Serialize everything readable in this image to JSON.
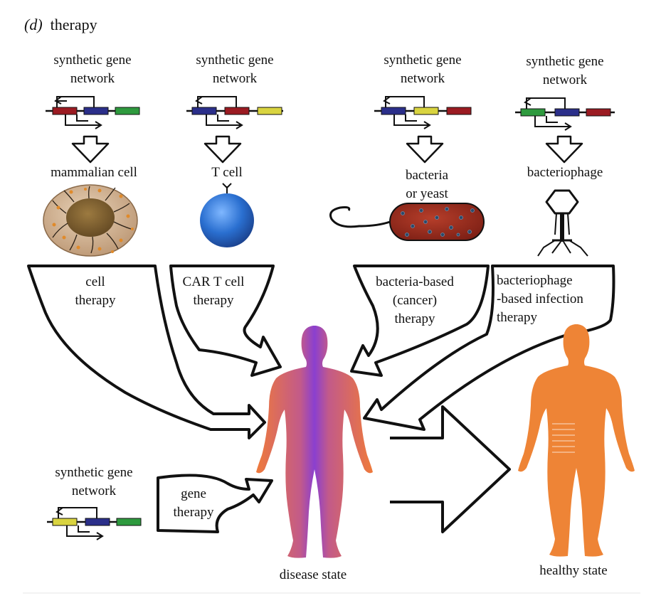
{
  "panel": {
    "letter": "(d)",
    "title": "therapy"
  },
  "networks": [
    {
      "label_line1": "synthetic gene",
      "label_line2": "network",
      "genes": [
        "#9b1b22",
        "#2b2f8a",
        "#2e9a3e"
      ]
    },
    {
      "label_line1": "synthetic gene",
      "label_line2": "network",
      "genes": [
        "#2b2f8a",
        "#9b1b22",
        "#d9d440"
      ]
    },
    {
      "label_line1": "synthetic gene",
      "label_line2": "network",
      "genes": [
        "#2b2f8a",
        "#d9d440",
        "#9b1b22"
      ]
    },
    {
      "label_line1": "synthetic gene",
      "label_line2": "network",
      "genes": [
        "#2e9a3e",
        "#2b2f8a",
        "#9b1b22"
      ]
    },
    {
      "label_line1": "synthetic gene",
      "label_line2": "network",
      "genes": [
        "#d9d440",
        "#2b2f8a",
        "#2e9a3e"
      ]
    }
  ],
  "chassis": {
    "mammalian": "mammalian cell",
    "tcell": "T cell",
    "bacteria_line1": "bacteria",
    "bacteria_line2": "or yeast",
    "phage": "bacteriophage"
  },
  "therapies": {
    "cell_line1": "cell",
    "cell_line2": "therapy",
    "car_line1": "CAR T cell",
    "car_line2": "therapy",
    "bact_line1": "bacteria-based",
    "bact_line2": "(cancer)",
    "bact_line3": "therapy",
    "phage_line1": "bacteriophage",
    "phage_line2": "-based infection",
    "phage_line3": "therapy",
    "gene_line1": "gene",
    "gene_line2": "therapy"
  },
  "states": {
    "disease": "disease state",
    "healthy": "healthy state"
  },
  "colors": {
    "disease_body_outer": "#ec7a3a",
    "disease_body_inner": "#8a3fd0",
    "healthy_body": "#ee8436",
    "tcell": "#2a6fd0",
    "bacterium": "#9b2d1e",
    "mammalian_cell": "#c9a888",
    "nucleus": "#7a5a28"
  }
}
